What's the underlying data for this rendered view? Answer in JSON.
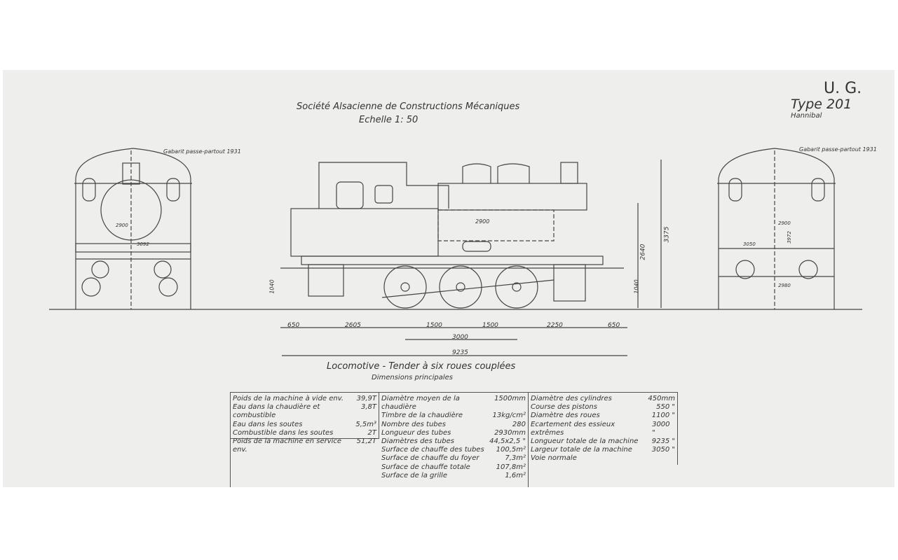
{
  "header": {
    "company": "Société Alsacienne de Constructions Mécaniques",
    "scale": "Echelle  1: 50",
    "code": "U. G.",
    "type": "Type 201",
    "name": "Hannibal",
    "gauge_left": "Gabarit passe-partout 1931",
    "gauge_right": "Gabarit passe-partout 1931"
  },
  "dimensions": {
    "d650a": "650",
    "d2605": "2605",
    "d1500a": "1500",
    "d1500b": "1500",
    "d2250": "2250",
    "d650b": "650",
    "wheelbase": "3000",
    "total_length": "9235",
    "h1040a": "1040",
    "h1040b": "1040",
    "h2640": "2640",
    "h3375": "3375",
    "boiler": "2900",
    "front_2900": "2900",
    "front_3092": "3092",
    "rear_2900": "2900",
    "rear_3050": "3050",
    "rear_3972": "3972",
    "rear_2980": "2980"
  },
  "caption": {
    "title": "Locomotive - Tender à six roues couplées",
    "subtitle": "Dimensions principales"
  },
  "table": {
    "col1": [
      {
        "label": "Poids de la machine à vide env.",
        "value": "39,9T"
      },
      {
        "label": "Eau dans la chaudière et combustible",
        "value": "3,8T"
      },
      {
        "label": "Eau dans les soutes",
        "value": "5,5m³"
      },
      {
        "label": "Combustible dans les soutes",
        "value": "2T"
      },
      {
        "label": "Poids de la machine en service env.",
        "value": "51,2T"
      }
    ],
    "col2": [
      {
        "label": "Diamètre moyen de la chaudière",
        "value": "1500mm"
      },
      {
        "label": "Timbre de la chaudière",
        "value": "13kg/cm²"
      },
      {
        "label": "Nombre des tubes",
        "value": "280"
      },
      {
        "label": "Longueur des tubes",
        "value": "2930mm"
      },
      {
        "label": "Diamètres des tubes",
        "value": "44,5x2,5 \""
      },
      {
        "label": "Surface de chauffe des tubes",
        "value": "100,5m²"
      },
      {
        "label": "Surface de chauffe du foyer",
        "value": "7,3m²"
      },
      {
        "label": "Surface de chauffe totale",
        "value": "107,8m²"
      },
      {
        "label": "Surface de la grille",
        "value": "1,6m²"
      }
    ],
    "col3": [
      {
        "label": "Diamètre des cylindres",
        "value": "450mm"
      },
      {
        "label": "Course des pistons",
        "value": "550 \""
      },
      {
        "label": "Diamètre des roues",
        "value": "1100 \""
      },
      {
        "label": "Ecartement des essieux extrêmes",
        "value": "3000 \""
      },
      {
        "label": "Longueur totale de la machine",
        "value": "9235 \""
      },
      {
        "label": "Largeur totale de la machine",
        "value": "3050 \""
      },
      {
        "label": "Voie normale",
        "value": ""
      }
    ]
  }
}
